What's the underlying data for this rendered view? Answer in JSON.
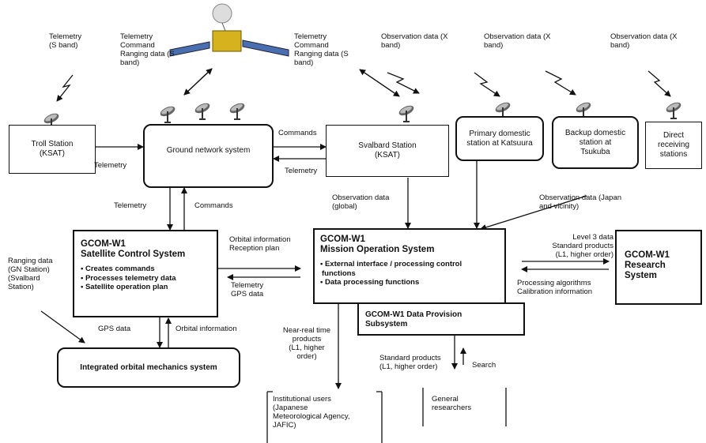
{
  "top_labels": {
    "telemetry_s": [
      "Telemetry",
      "(S band)"
    ],
    "tcr_left": [
      "Telemetry",
      "Command",
      "Ranging data (S",
      "band)"
    ],
    "tcr_right": [
      "Telemetry",
      "Command",
      "Ranging data (S",
      "band)"
    ],
    "obs1": [
      "Observation data (X",
      "band)"
    ],
    "obs2": [
      "Observation data (X",
      "band)"
    ],
    "obs3": [
      "Observation data (X",
      "band)"
    ]
  },
  "stations": {
    "troll": [
      "Troll Station",
      "(KSAT)"
    ],
    "ground": "Ground network system",
    "svalbard": [
      "Svalbard Station",
      "(KSAT)"
    ],
    "primary": [
      "Primary domestic",
      "station at Katsuura"
    ],
    "backup": [
      "Backup domestic",
      "station at",
      "Tsukuba"
    ],
    "direct": [
      "Direct",
      "receiving",
      "stations"
    ]
  },
  "links": {
    "troll_telemetry": "Telemetry",
    "commands_top": "Commands",
    "telemetry_mid": "Telemetry",
    "gn_telemetry": "Telemetry",
    "gn_commands": "Commands",
    "obs_global": [
      "Observation data",
      "(global)"
    ],
    "obs_japan": [
      "Observation data (Japan",
      "and vicinity)"
    ],
    "orbital_reception": [
      "Orbital information",
      "Reception plan"
    ],
    "telemetry_gps": [
      "Telemetry",
      "GPS data"
    ],
    "level3": [
      "Level 3 data",
      "Standard products",
      "(L1, higher order)"
    ],
    "algorithms": [
      "Processing algorithms",
      "Calibration information"
    ],
    "ranging": [
      "Ranging data",
      "(GN Station)",
      "(Svalbard",
      "Station)"
    ],
    "gps_data": "GPS data",
    "orbital_info": "Orbital information",
    "near_real_time": [
      "Near-real time",
      "products",
      "(L1, higher",
      "order)"
    ],
    "standard_products": [
      "Standard products",
      "(L1, higher order)"
    ],
    "search": "Search"
  },
  "satellite_control": {
    "title": [
      "GCOM-W1",
      "Satellite Control System"
    ],
    "bullets": [
      "• Creates commands",
      "• Processes telemetry data",
      "• Satellite operation plan"
    ]
  },
  "mission_operation": {
    "title": [
      "GCOM-W1",
      "Mission Operation System"
    ],
    "bullets": [
      "• External interface / processing control",
      "functions",
      "• Data processing functions"
    ]
  },
  "data_provision": [
    "GCOM-W1 Data Provision",
    "Subsystem"
  ],
  "research": [
    "GCOM-W1",
    "Research",
    "System"
  ],
  "orbital_mechanics": "Integrated orbital mechanics system",
  "users": {
    "institutional": [
      "Institutional users",
      "(Japanese",
      "Meteorological Agency,",
      "JAFIC)"
    ],
    "general": [
      "General",
      "researchers"
    ]
  }
}
